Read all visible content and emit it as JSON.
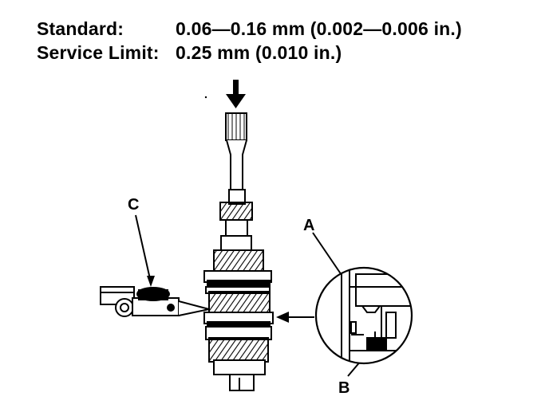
{
  "specs": {
    "standard_label": "Standard:",
    "standard_value": "0.06—0.16 mm (0.002—0.006 in.)",
    "service_limit_label": "Service Limit:",
    "service_limit_value": "0.25 mm (0.010 in.)"
  },
  "callouts": {
    "a": "A",
    "b": "B",
    "c": "C"
  }
}
